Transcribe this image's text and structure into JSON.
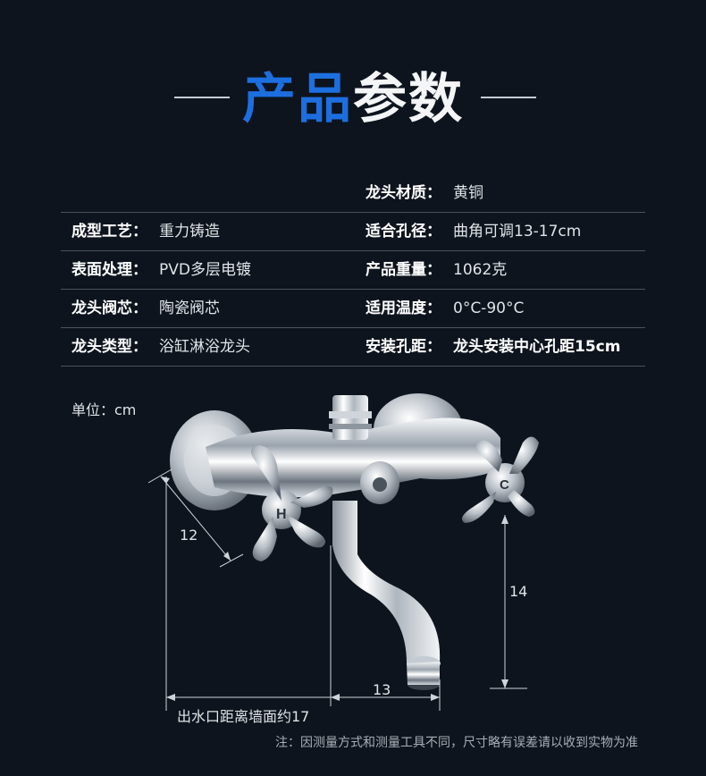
{
  "header": {
    "title_part1": "产品",
    "title_part2": "参数"
  },
  "specs": {
    "rows": [
      {
        "k1": "",
        "v1": "",
        "k2": "龙头材质：",
        "v2": "黄铜"
      },
      {
        "k1": "成型工艺：",
        "v1": "重力铸造",
        "k2": "适合孔径：",
        "v2": "曲角可调13-17cm"
      },
      {
        "k1": "表面处理：",
        "v1": "PVD多层电镀",
        "k2": "产品重量：",
        "v2": "1062克"
      },
      {
        "k1": "龙头阀芯：",
        "v1": "陶瓷阀芯",
        "k2": "适用温度：",
        "v2": "0°C-90°C"
      },
      {
        "k1": "龙头类型：",
        "v1": "浴缸淋浴龙头",
        "k2": "安装孔距：",
        "v2": "龙头安装中心孔距15cm"
      }
    ]
  },
  "diagram": {
    "unit_label": "单位：cm",
    "dim_12": "12",
    "dim_14": "14",
    "dim_13": "13",
    "outlet_label": "出水口距离墙面约17",
    "hot_mark": "H",
    "cold_mark": "C"
  },
  "footer": {
    "note": "注：因测量方式和测量工具不同，尺寸略有误差请以收到实物为准"
  },
  "colors": {
    "background": "#0d141d",
    "accent_blue": "#1d6fe0"
  }
}
